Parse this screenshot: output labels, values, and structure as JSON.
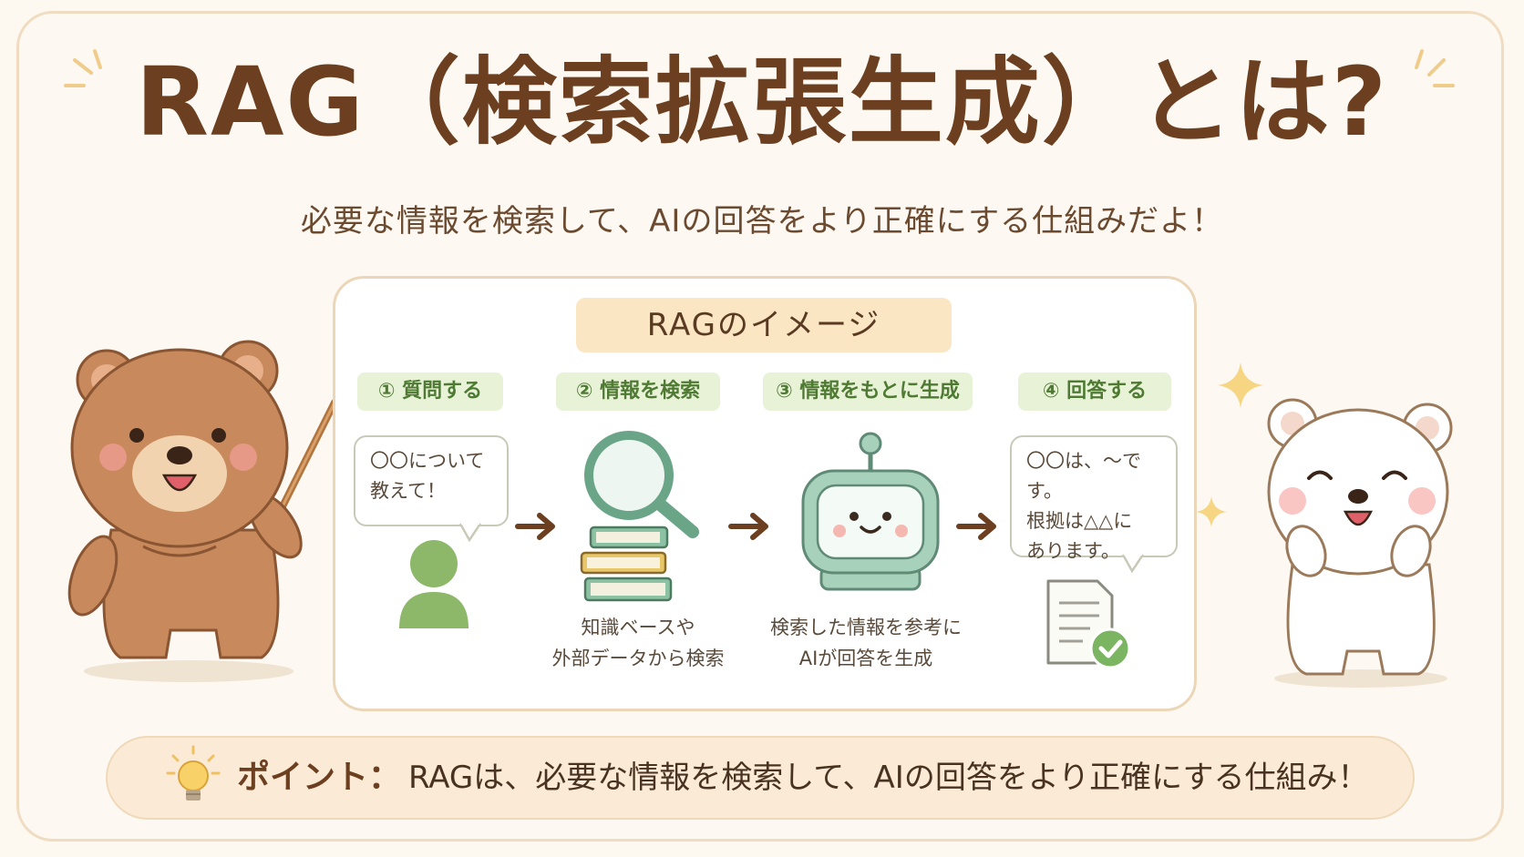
{
  "header": {
    "title": "RAG（検索拡張生成）とは?",
    "subtitle": "必要な情報を検索して、AIの回答をより正確にする仕組みだよ！"
  },
  "panel": {
    "title": "RAGのイメージ",
    "steps": [
      {
        "label": "① 質問する"
      },
      {
        "label": "② 情報を検索"
      },
      {
        "label": "③ 情報をもとに生成"
      },
      {
        "label": "④ 回答する"
      }
    ],
    "question_bubble": [
      "〇〇について",
      "教えて！"
    ],
    "answer_bubble": [
      "〇〇は、〜です。",
      "根拠は△△に",
      "あります。"
    ],
    "search_caption": [
      "知識ベースや",
      "外部データから検索"
    ],
    "generate_caption": [
      "検索した情報を参考に",
      "AIが回答を生成"
    ]
  },
  "point": {
    "label": "ポイント：",
    "text": "RAGは、必要な情報を検索して、AIの回答をより正確にする仕組み！"
  },
  "colors": {
    "title": "#6b3f1f",
    "step_green": "#4e7a33",
    "pill_bg": "#e8f2d6",
    "accent_cream": "#fbe6c4",
    "bear_brown": "#c88a5c",
    "robot_teal": "#a8d1bb"
  },
  "icons": [
    "user-icon",
    "magnifier-icon",
    "books-icon",
    "robot-icon",
    "document-check-icon",
    "arrow-right-icon",
    "lightbulb-icon",
    "sparkle-icon",
    "pointer-stick-icon"
  ]
}
